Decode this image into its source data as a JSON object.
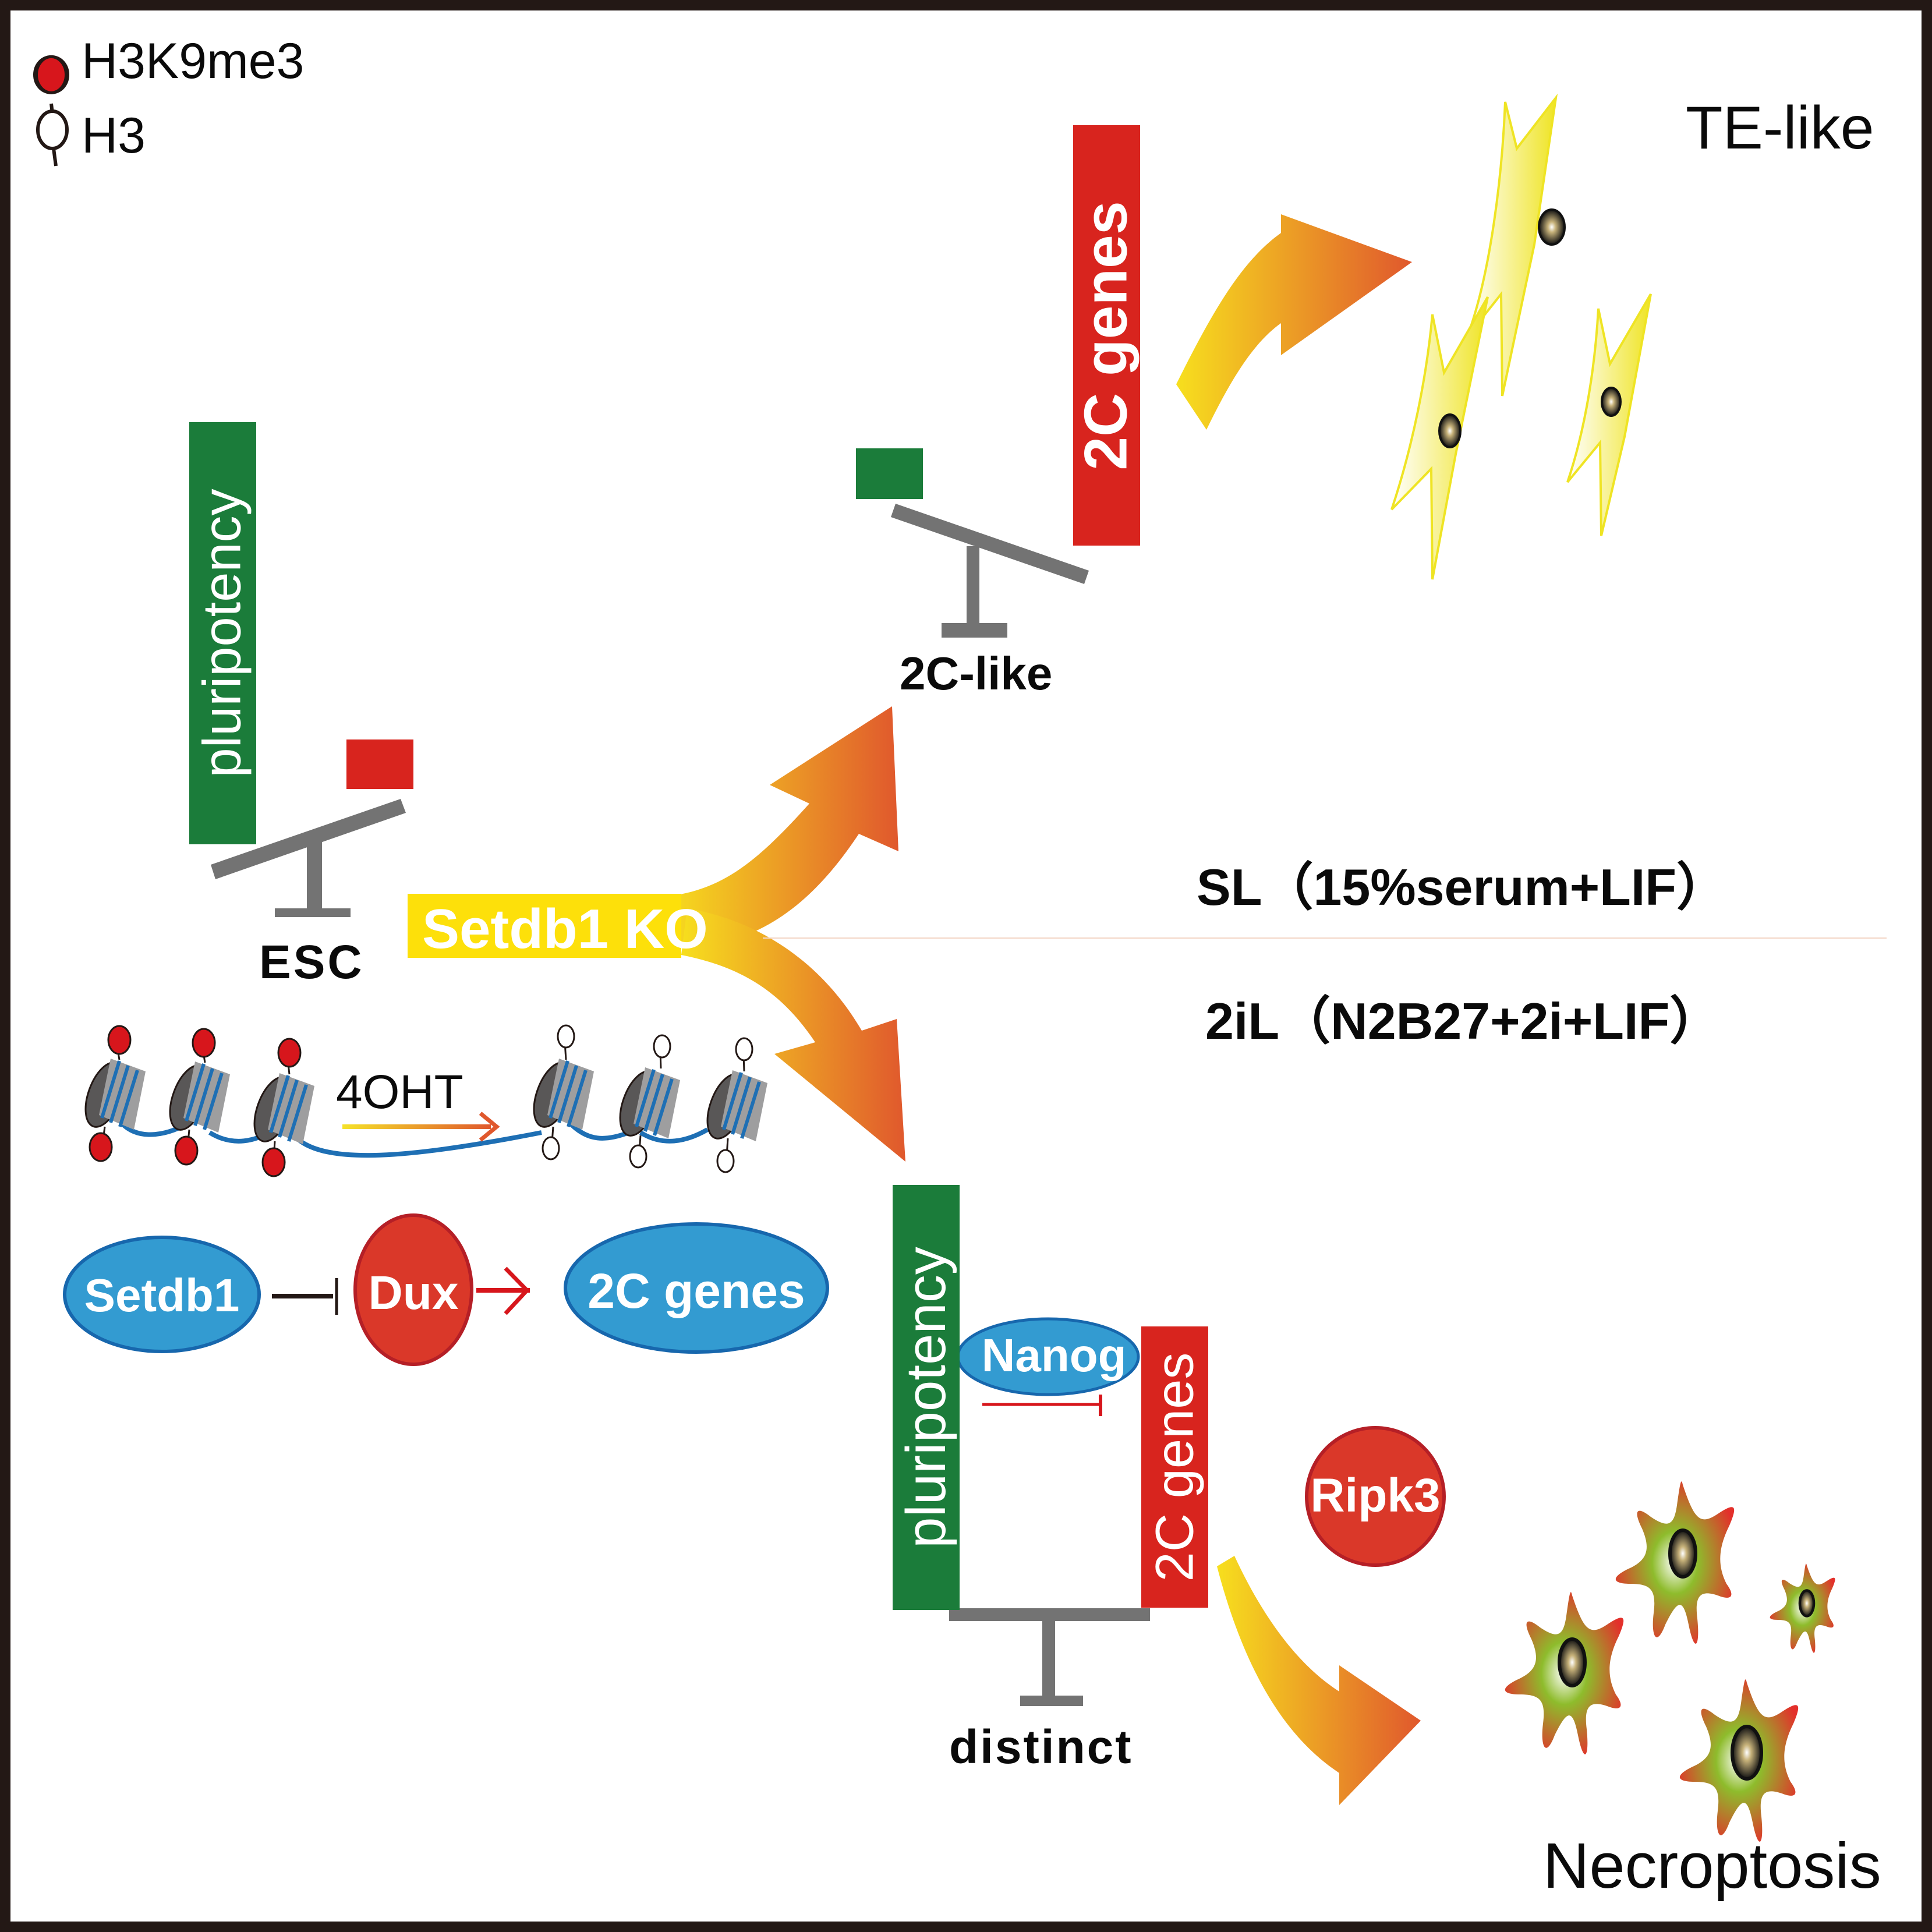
{
  "legend": {
    "items": [
      {
        "label": "H3K9me3",
        "icon": "filled-red-pin",
        "color": "#d7161c"
      },
      {
        "label": "H3",
        "icon": "hollow-pin",
        "color": "#ffffff"
      }
    ]
  },
  "colors": {
    "pluripotency_green": "#1b7c3a",
    "twoC_red": "#d8241e",
    "seesaw_gray": "#737373",
    "setdb1_yellow": "#fde00a",
    "node_blue": "#339bd1",
    "node_blue_border": "#1767ad",
    "node_red": "#da3829",
    "node_red_border": "#b51f26",
    "arrow_start": "#f7df1e",
    "arrow_end": "#e0582d",
    "te_cell_yellow": "#f2ea27",
    "necro_cell_green": "#8ebc2c",
    "necro_cell_red": "#e3302b"
  },
  "esc": {
    "bar_label": "pluripotency",
    "state_label": "ESC"
  },
  "knockout": {
    "label": "Setdb1 KO"
  },
  "treatment": {
    "label": "4OHT"
  },
  "upper_branch": {
    "state_label": "2C-like",
    "bar_label": "2C genes",
    "outcome_label": "TE-like"
  },
  "conditions": {
    "top": "SL（15%serum+LIF）",
    "bottom": "2iL（N2B27+2i+LIF）"
  },
  "pathway": {
    "nodes": [
      {
        "label": "Setdb1",
        "kind": "blue-ellipse"
      },
      {
        "label": "Dux",
        "kind": "red-ellipse"
      },
      {
        "label": "2C genes",
        "kind": "blue-ellipse"
      }
    ],
    "edges": [
      {
        "from": "Setdb1",
        "to": "Dux",
        "type": "inhibition"
      },
      {
        "from": "Dux",
        "to": "2C genes",
        "type": "activation"
      }
    ]
  },
  "lower_branch": {
    "left_bar_label": "pluripotency",
    "right_bar_label": "2C genes",
    "mediator_label": "Nanog",
    "state_label": "distinct",
    "effector_label": "Ripk3",
    "outcome_label": "Necroptosis"
  }
}
